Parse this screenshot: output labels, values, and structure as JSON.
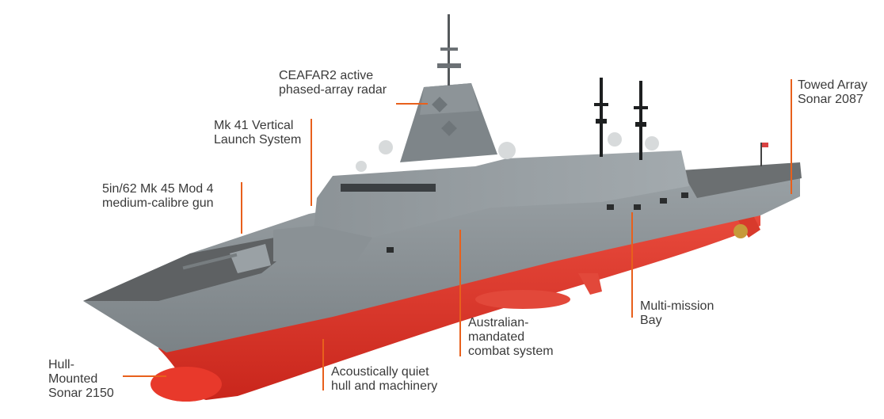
{
  "colors": {
    "leader": "#e8601c",
    "hull_grey": "#8f969a",
    "hull_red": "#e8392b",
    "deck": "#5e6163",
    "text": "#3a3a3a"
  },
  "callouts": {
    "radar": "CEAFAR2 active\nphased-array radar",
    "towed_sonar": "Towed Array\nSonar 2087",
    "vls": "Mk 41 Vertical\nLaunch System",
    "gun": "5in/62 Mk 45 Mod 4\nmedium-calibre gun",
    "multi_mission": "Multi-mission\nBay",
    "combat_system": "Australian-\nmandated\ncombat system",
    "hull_quiet": "Acoustically quiet\nhull and machinery",
    "hull_sonar": "Hull-\nMounted\nSonar 2150"
  }
}
